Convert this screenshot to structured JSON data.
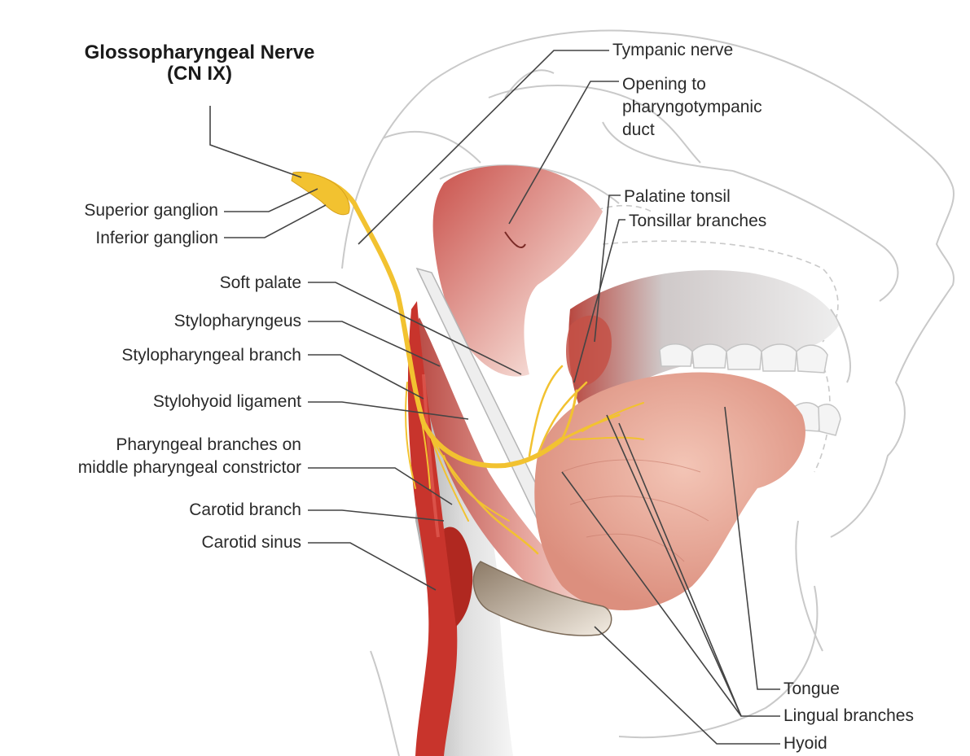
{
  "title": {
    "line1": "Glossopharyngeal Nerve",
    "line2": "(CN IX)"
  },
  "labels": {
    "tympanic_nerve": "Tympanic nerve",
    "opening_line1": "Opening to",
    "opening_line2": "pharyngotympanic",
    "opening_line3": "duct",
    "palatine_tonsil": "Palatine tonsil",
    "tonsillar_branches": "Tonsillar branches",
    "superior_ganglion": "Superior ganglion",
    "inferior_ganglion": "Inferior ganglion",
    "soft_palate": "Soft palate",
    "stylopharyngeus": "Stylopharyngeus",
    "stylopharyngeal_branch": "Stylopharyngeal branch",
    "stylohyoid_ligament": "Stylohyoid ligament",
    "pharyngeal_line1": "Pharyngeal branches on",
    "pharyngeal_line2": "middle pharyngeal constrictor",
    "carotid_branch": "Carotid branch",
    "carotid_sinus": "Carotid sinus",
    "tongue": "Tongue",
    "lingual_branches": "Lingual branches",
    "hyoid": "Hyoid"
  },
  "colors": {
    "nerve": "#f2c230",
    "artery": "#c8342c",
    "muscle": "#c85a4e",
    "tongue": "#e9a392",
    "outline": "#c9c9c9",
    "leader": "#444444"
  }
}
